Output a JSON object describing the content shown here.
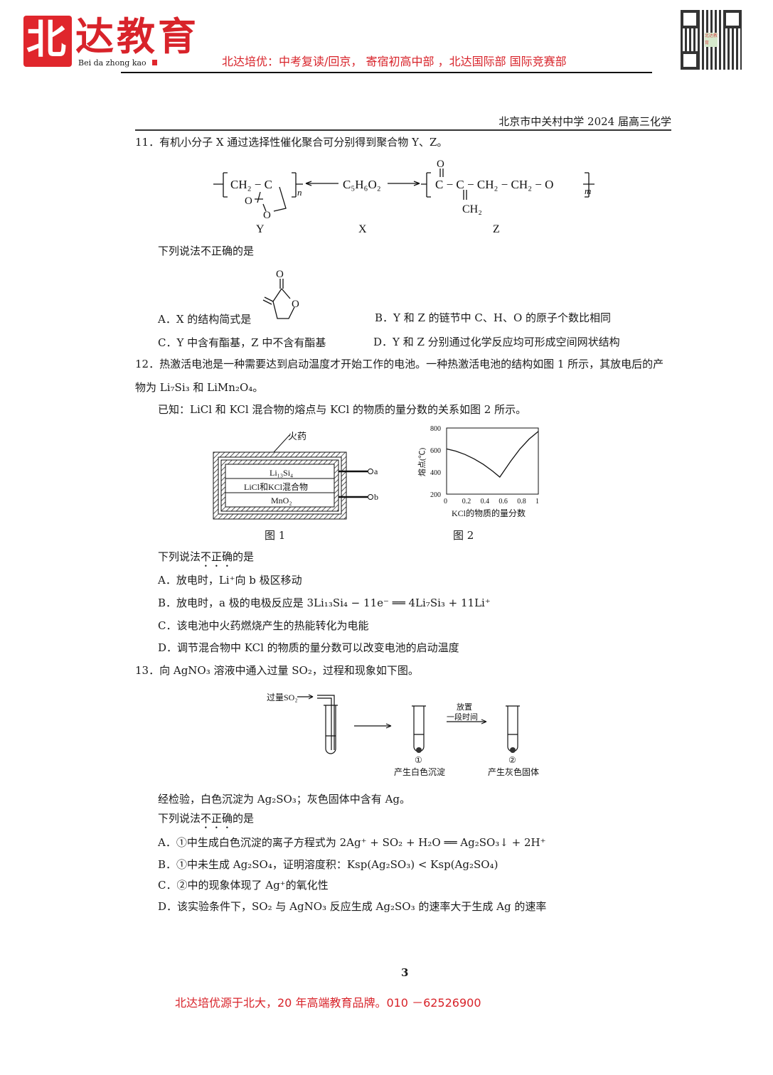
{
  "banner": {
    "logo_char": "北",
    "logo_text": "达教育",
    "logo_pinyin": "Bei da zhong kao",
    "slogan": "北达培优：中考复读/回京， 寄宿初高中部 ，北达国际部 国际竞赛部",
    "qr_label": "北达教育"
  },
  "header": {
    "school": "北京市中关村中学 2024 届高三化学"
  },
  "q11": {
    "stem": "11．有机小分子 X 通过选择性催化聚合可分别得到聚合物 Y、Z。",
    "formula_x": "C₅H₆O₂",
    "y_chain": "CH₂ − C",
    "y_sub": "n",
    "z_chain": "C − C − CH₂ − CH₂ − O",
    "z_sub": "m",
    "o_label": "O",
    "ch2_label": "CH₂",
    "labels": [
      "Y",
      "X",
      "Z"
    ],
    "prompt": "下列说法不正确的是",
    "options": [
      "A．X 的结构简式是",
      "B．Y 和 Z 的链节中 C、H、O 的原子个数比相同",
      "C．Y 中含有酯基，Z 中不含有酯基",
      "D．Y 和 Z 分别通过化学反应均可形成空间网状结构"
    ]
  },
  "q12": {
    "stem1": "12．热激活电池是一种需要达到启动温度才开始工作的电池。一种热激活电池的结构如图 1 所示，其放电后的产",
    "stem2": "物为 Li₇Si₃ 和 LiMn₂O₄。",
    "known": "已知：LiCl 和 KCl 混合物的熔点与 KCl 的物质的量分数的关系如图 2 所示。",
    "fig1": {
      "powder": "火药",
      "layer1": "Li₁₃Si₄",
      "layer2": "LiCl和KCl混合物",
      "layer3": "MnO₂",
      "terminal_a": "a",
      "terminal_b": "b",
      "caption": "图 1"
    },
    "fig2_caption": "图 2",
    "prompt_pre": "下列说法",
    "prompt_em": "不正确",
    "prompt_post": "的是",
    "options": [
      "A．放电时，Li⁺向 b 极区移动",
      "B．放电时，a 极的电极反应是 3Li₁₃Si₄ − 11e⁻ ══ 4Li₇Si₃ + 11Li⁺",
      "C．该电池中火药燃烧产生的热能转化为电能",
      "D．调节混合物中 KCl 的物质的量分数可以改变电池的启动温度"
    ]
  },
  "chart_data": {
    "type": "line",
    "title": "图 2",
    "xlabel": "KCl的物质的量分数",
    "ylabel": "熔点(℃)",
    "xlim": [
      0,
      1
    ],
    "ylim": [
      200,
      800
    ],
    "xticks": [
      "0",
      "0.2",
      "0.4",
      "0.6",
      "0.8",
      "1"
    ],
    "yticks": [
      "200",
      "400",
      "600",
      "800"
    ],
    "x": [
      0,
      0.1,
      0.2,
      0.3,
      0.4,
      0.5,
      0.58,
      0.7,
      0.8,
      0.9,
      1
    ],
    "y": [
      610,
      590,
      560,
      520,
      470,
      410,
      355,
      500,
      610,
      700,
      770
    ]
  },
  "q13": {
    "stem": "13．向 AgNO₃ 溶液中通入过量 SO₂，过程和现象如下图。",
    "fig": {
      "gas": "过量SO₂",
      "stand1": "放置",
      "stand2": "一段时间",
      "tube1_num": "①",
      "tube1_note": "产生白色沉淀",
      "tube2_num": "②",
      "tube2_note": "产生灰色固体"
    },
    "result": "经检验，白色沉淀为 Ag₂SO₃；灰色固体中含有 Ag。",
    "prompt_pre": "下列说法",
    "prompt_em": "不正确",
    "prompt_post": "的是",
    "options": [
      "A．①中生成白色沉淀的离子方程式为 2Ag⁺ + SO₂ + H₂O ══ Ag₂SO₃↓ + 2H⁺",
      "B．①中未生成 Ag₂SO₄，证明溶度积：Ksp(Ag₂SO₃) < Ksp(Ag₂SO₄)",
      "C．②中的现象体现了 Ag⁺的氧化性",
      "D．该实验条件下，SO₂ 与 AgNO₃ 反应生成 Ag₂SO₃ 的速率大于生成 Ag 的速率"
    ]
  },
  "page_number": "3",
  "footer": "北达培优源于北大，20 年高端教育品牌。010 －62526900"
}
